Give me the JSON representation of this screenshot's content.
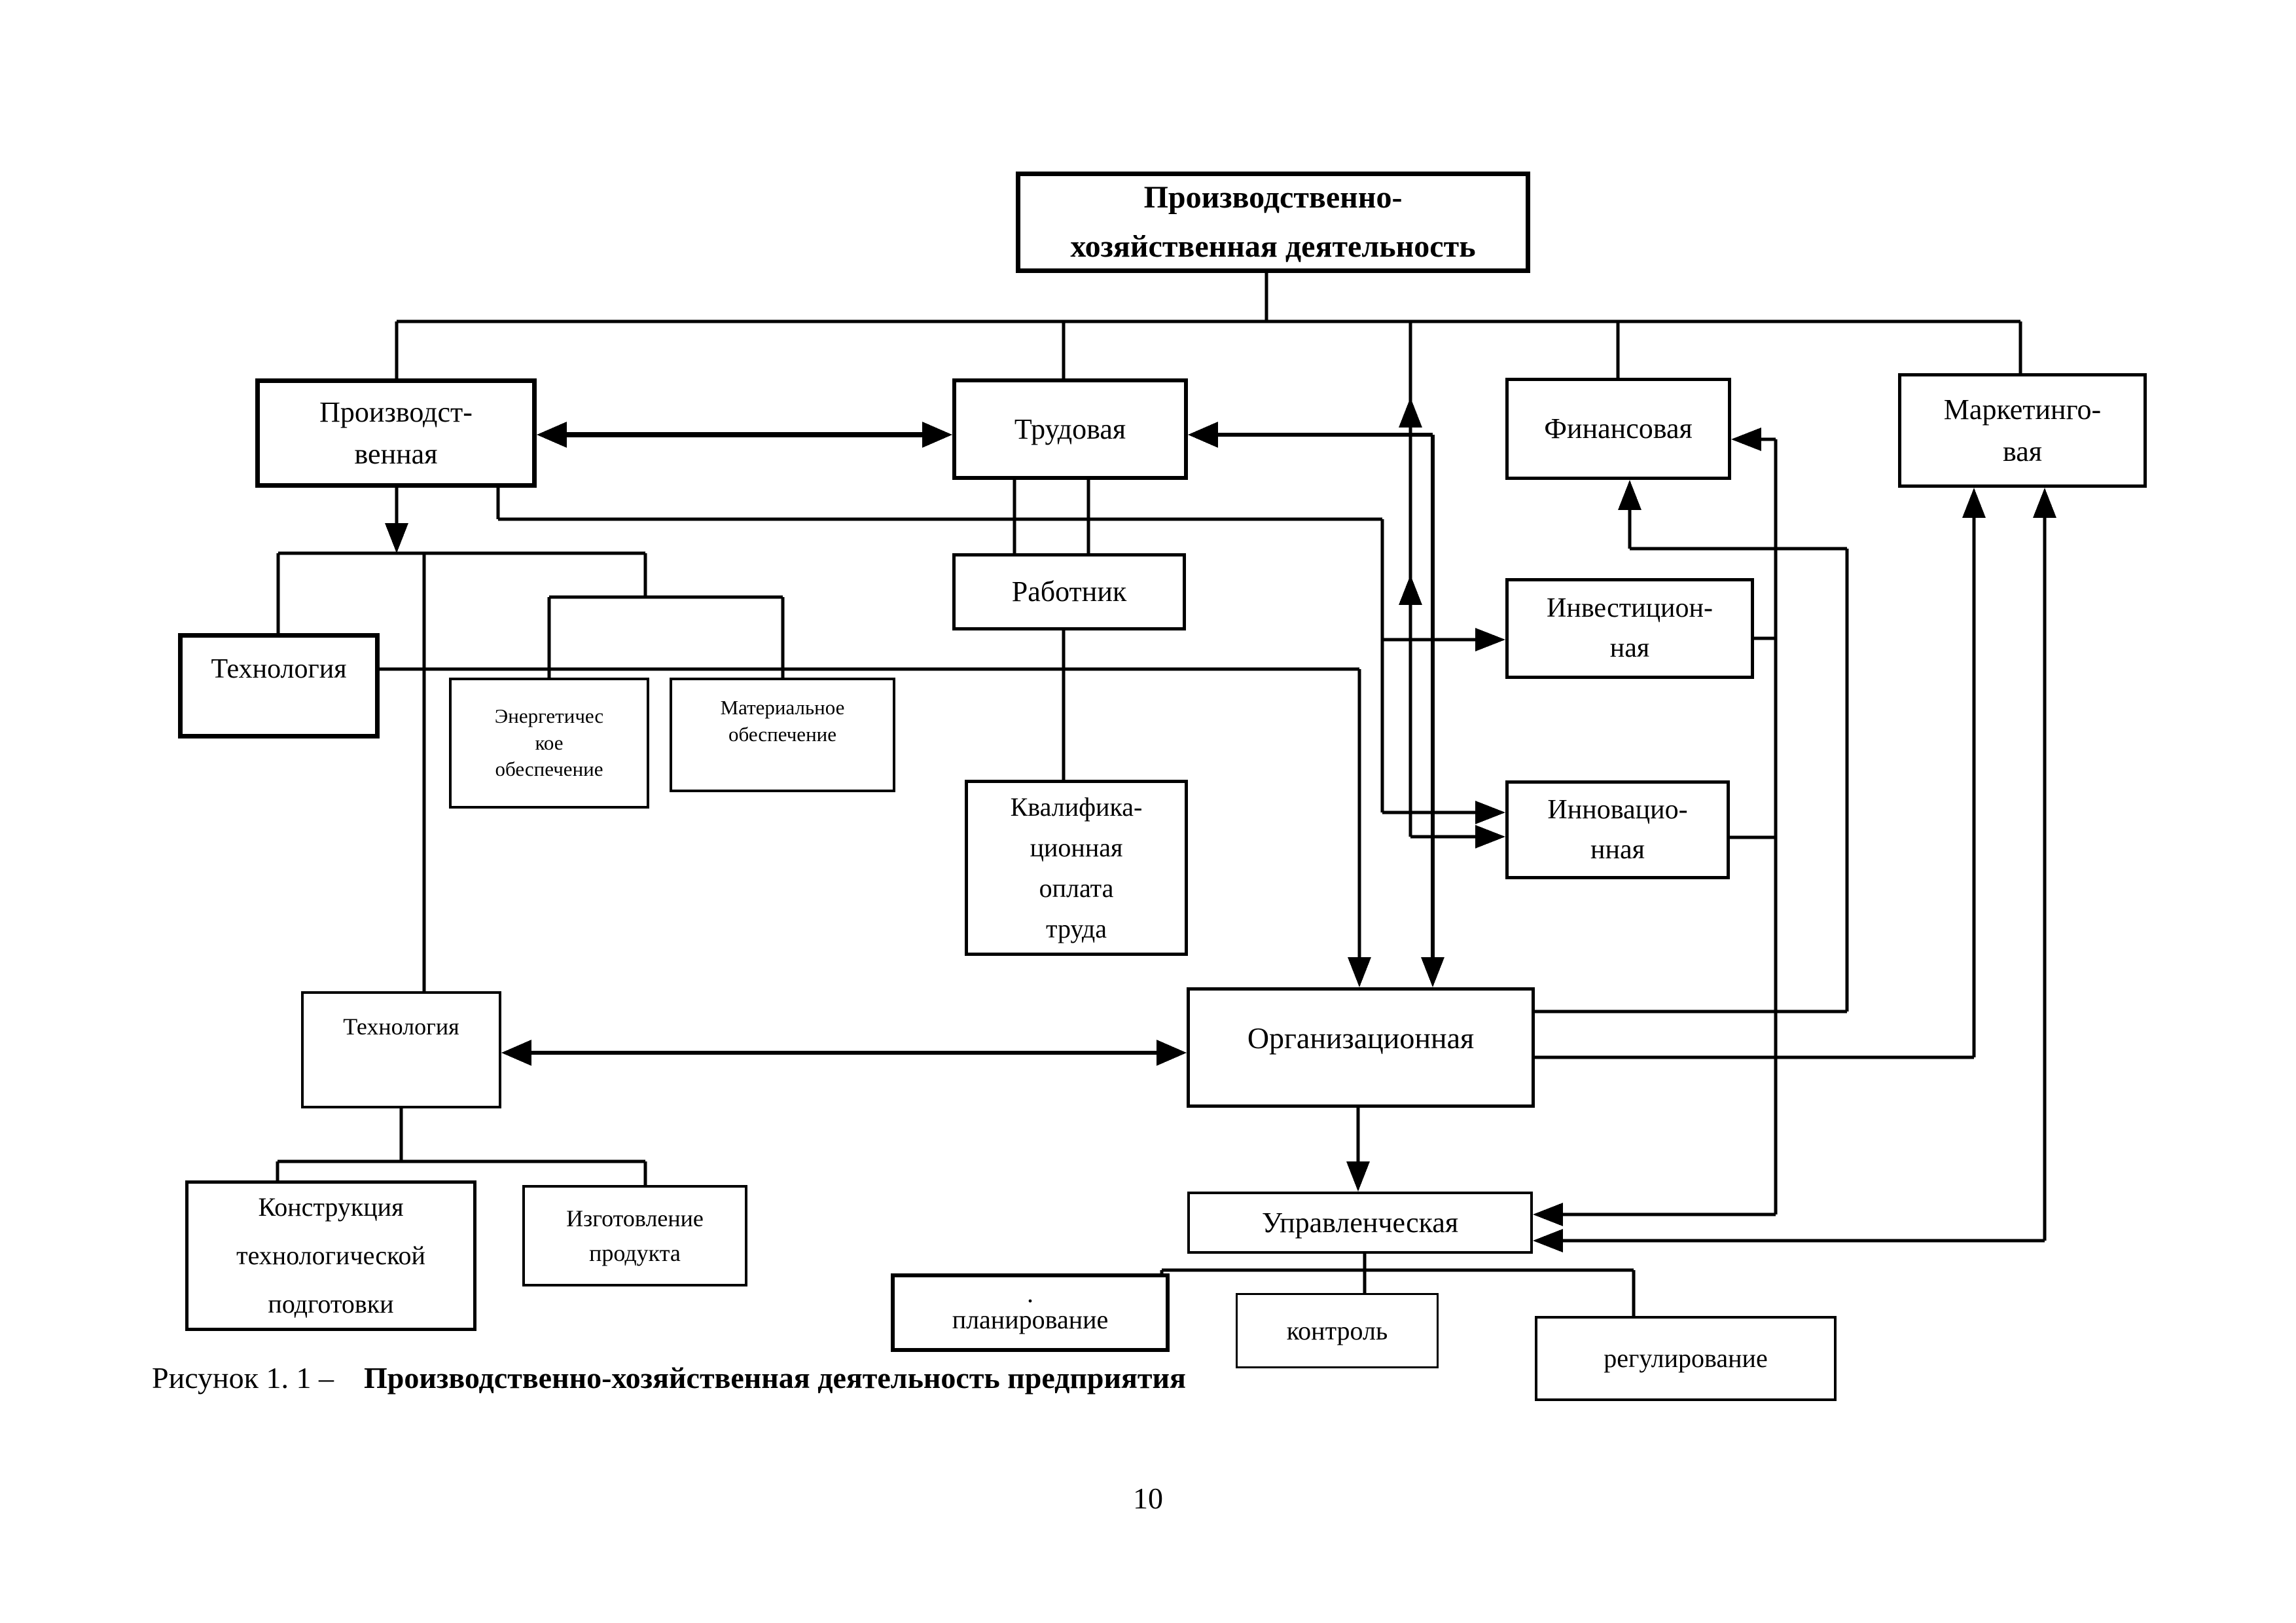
{
  "page": {
    "background_color": "#ffffff",
    "ink_color": "#000000",
    "page_number": "10"
  },
  "caption": {
    "prefix": "Рисунок 1. 1 –",
    "title": "Производственно-хозяйственная деятельность предприятия"
  },
  "nodes": {
    "root": {
      "lines": [
        "Производственно-",
        "хозяйственная деятельность"
      ]
    },
    "production": {
      "lines": [
        "Производст-",
        "венная"
      ]
    },
    "labor": {
      "lines": [
        "Трудовая"
      ]
    },
    "financial": {
      "lines": [
        "Финансовая"
      ]
    },
    "marketing": {
      "lines": [
        "Маркетинго-",
        "вая"
      ]
    },
    "worker": {
      "lines": [
        "Работник"
      ]
    },
    "technology1": {
      "lines": [
        "Технология"
      ]
    },
    "energy": {
      "lines": [
        "Энергетичес",
        "кое",
        "обеспечение"
      ]
    },
    "material": {
      "lines": [
        "Материальное",
        "обеспечение"
      ]
    },
    "qualification": {
      "lines": [
        "Квалифика-",
        "ционная",
        "оплата",
        "труда"
      ]
    },
    "investment": {
      "lines": [
        "Инвестицион-",
        "ная"
      ]
    },
    "innovation": {
      "lines": [
        "Инновацио-",
        "нная"
      ]
    },
    "technology2": {
      "lines": [
        "Технология"
      ]
    },
    "organizational": {
      "lines": [
        "Организационная"
      ]
    },
    "managerial": {
      "lines": [
        "Управленческая"
      ]
    },
    "construction": {
      "lines": [
        "Конструкция",
        "технологической",
        "подготовки"
      ]
    },
    "product_making": {
      "lines": [
        "Изготовление",
        "продукта"
      ]
    },
    "planning": {
      "lines": [
        ".",
        "планирование"
      ]
    },
    "control": {
      "lines": [
        "контроль"
      ]
    },
    "regulation": {
      "lines": [
        "регулирование"
      ]
    }
  }
}
